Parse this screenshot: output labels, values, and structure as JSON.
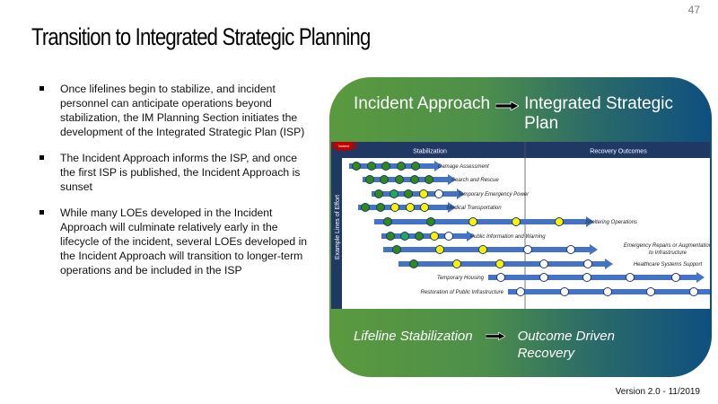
{
  "slide": {
    "page_number": "47",
    "title": "Transition to Integrated Strategic Planning",
    "footer": "Version 2.0 - 11/2019"
  },
  "bullets": [
    "Once lifelines begin to stabilize, and incident personnel can anticipate operations beyond stabilization, the IM Planning Section initiates the development of the Integrated Strategic Plan (ISP)",
    "The Incident Approach informs the ISP, and once the first ISP is published, the Incident Approach is sunset",
    "While many LOEs developed in the Incident Approach will culminate relatively early in the lifecycle of the incident, several LOEs developed in the Incident Approach will transition to longer-term operations and be included in the ISP"
  ],
  "panel": {
    "head_left": "Incident Approach",
    "head_right": "Integrated Strategic Plan",
    "foot_left": "Lifeline Stabilization",
    "foot_right": "Outcome Driven Recovery",
    "arrow_icon": "right-arrow-icon"
  },
  "diagram": {
    "burst_label": "Incident",
    "phase_left": "Stabilization",
    "phase_right": "Recovery Outcomes",
    "y_axis_label": "Example Lines of Effort",
    "colors": {
      "green": "#2e8b1a",
      "teal": "#1fa860",
      "yellow": "#fff200",
      "white": "#ffffff",
      "bar": "#4472c4",
      "header": "#1f3864",
      "burst": "#c00000"
    },
    "lines": [
      {
        "label": "Damage Assessment",
        "label_side": "right",
        "dots": [
          "green",
          "green",
          "green",
          "green",
          "green"
        ]
      },
      {
        "label": "Search and Rescue",
        "label_side": "right",
        "dots": [
          "green",
          "green",
          "green",
          "green",
          "green"
        ]
      },
      {
        "label": "Temporary Emergency Power",
        "label_side": "right",
        "dots": [
          "green",
          "teal",
          "green",
          "yellow",
          "white"
        ]
      },
      {
        "label": "Medical Transportation",
        "label_side": "right",
        "dots": [
          "green",
          "green",
          "yellow",
          "yellow",
          "yellow"
        ]
      },
      {
        "label": "Sheltering Operations",
        "label_side": "right",
        "dots": [
          "green",
          "green",
          "yellow",
          "yellow",
          "yellow"
        ]
      },
      {
        "label": "Public Information and Warning",
        "label_side": "right",
        "dots": [
          "green",
          "teal",
          "green",
          "yellow",
          "white"
        ]
      },
      {
        "label": "Emergency Repairs or Augmentation to Infrastructure",
        "label_side": "right",
        "dots": [
          "green",
          "yellow",
          "yellow",
          "white",
          "white"
        ]
      },
      {
        "label": "Healthcare Systems Support",
        "label_side": "right",
        "dots": [
          "green",
          "yellow",
          "yellow",
          "white",
          "white"
        ]
      },
      {
        "label": "Temporary Housing",
        "label_side": "left",
        "dots": [
          "white",
          "white",
          "white",
          "white",
          "white"
        ]
      },
      {
        "label": "Restoration of Public Infrastructure",
        "label_side": "left",
        "dots": [
          "white",
          "white",
          "white",
          "white",
          "white"
        ]
      }
    ]
  }
}
